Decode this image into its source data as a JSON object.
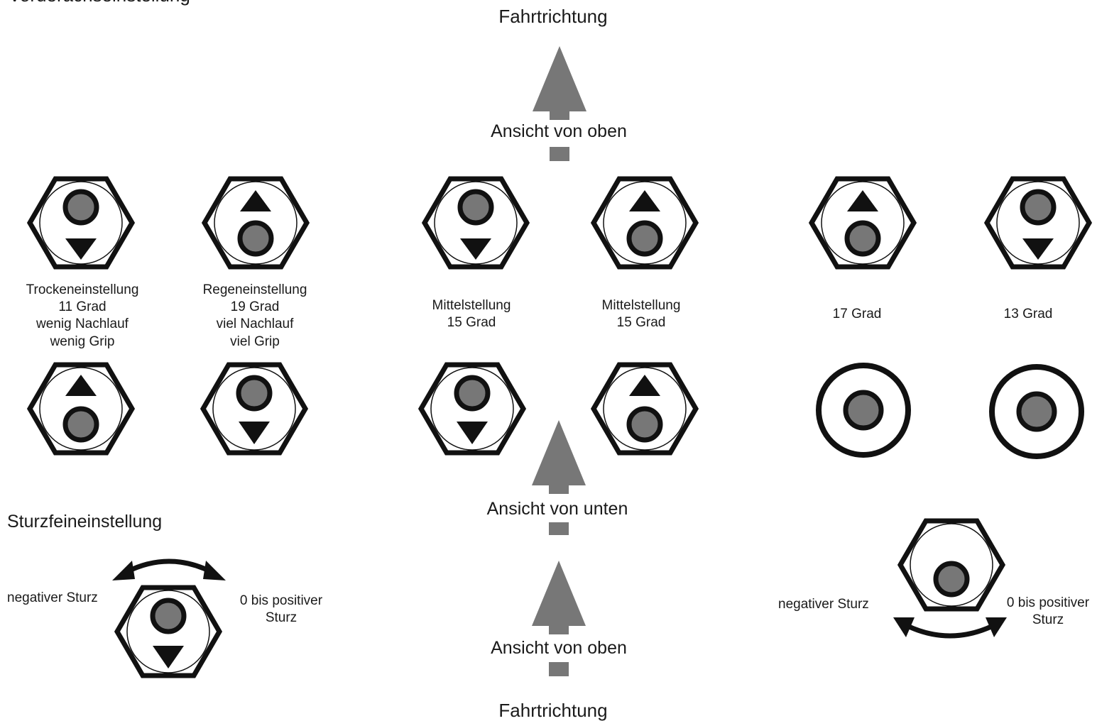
{
  "header": {
    "title_cut": "Vorderachseinstellung",
    "direction_top": "Fahrtrichtung",
    "direction_bottom": "Fahrtrichtung"
  },
  "views": {
    "top_upper": "Ansicht von oben",
    "bottom": "Ansicht von unten",
    "top_lower": "Ansicht von oben"
  },
  "settings": [
    {
      "lines": [
        "Trockeneinstellung",
        "11 Grad",
        "wenig Nachlauf",
        "wenig Grip"
      ]
    },
    {
      "lines": [
        "Regeneinstellung",
        "19 Grad",
        "viel Nachlauf",
        "viel Grip"
      ]
    },
    {
      "lines": [
        "Mittelstellung",
        "15 Grad"
      ]
    },
    {
      "lines": [
        "Mittelstellung",
        "15 Grad"
      ]
    },
    {
      "lines": [
        "17 Grad"
      ]
    },
    {
      "lines": [
        "13 Grad"
      ]
    }
  ],
  "camber": {
    "title": "Sturzfeineinstellung",
    "negative_left": "negativer Sturz",
    "positive_left_1": "0 bis positiver",
    "positive_left_2": "Sturz",
    "negative_right": "negativer Sturz",
    "positive_right_1": "0 bis positiver",
    "positive_right_2": "Sturz"
  },
  "colors": {
    "ink": "#111111",
    "arrow_grey": "#777777",
    "dot_grey": "#777777"
  }
}
